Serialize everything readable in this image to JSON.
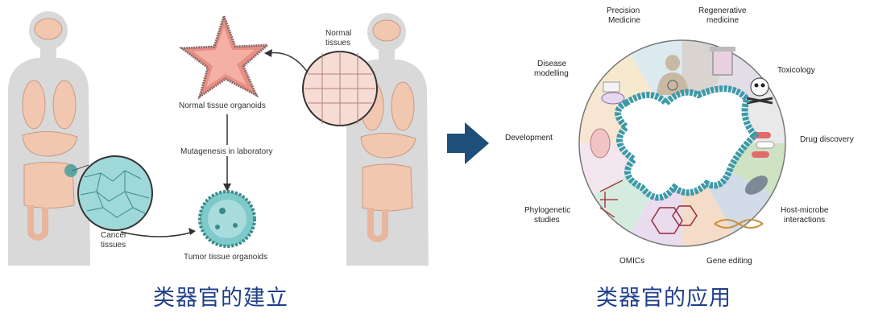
{
  "left_diagram": {
    "normal_tissues": [
      "Normal",
      "tissues"
    ],
    "normal_tissue_organoids": "Normal tissue organoids",
    "mutagenesis": "Mutagenesis in laboratory",
    "cancer_tissues": [
      "Cancer",
      "tissues"
    ],
    "tumor_tissue_organoids": "Tumor tissue organoids"
  },
  "right_diagram": {
    "precision_medicine": [
      "Precision",
      "Medicine"
    ],
    "regenerative_medicine": [
      "Regenerative",
      "medicine"
    ],
    "disease_modelling": [
      "Disease",
      "modelling"
    ],
    "toxicology": "Toxicology",
    "development": "Development",
    "drug_discovery": "Drug discovery",
    "phylogenetic_studies": [
      "Phylogenetic",
      "studies"
    ],
    "host_microbe": [
      "Host-microbe",
      "interactions"
    ],
    "omics": "OMICs",
    "gene_editing": "Gene editing"
  },
  "captions": {
    "left": "类器官的建立",
    "right": "类器官的应用"
  },
  "colors": {
    "caption": "#1f3f8a",
    "arrow": "#1d4f7a",
    "body_silhouette": "#d9d9d9",
    "organ": "#f1c7b0",
    "organoid_teal": "#7ec9c9",
    "normal_organoid": "#e88f84"
  }
}
